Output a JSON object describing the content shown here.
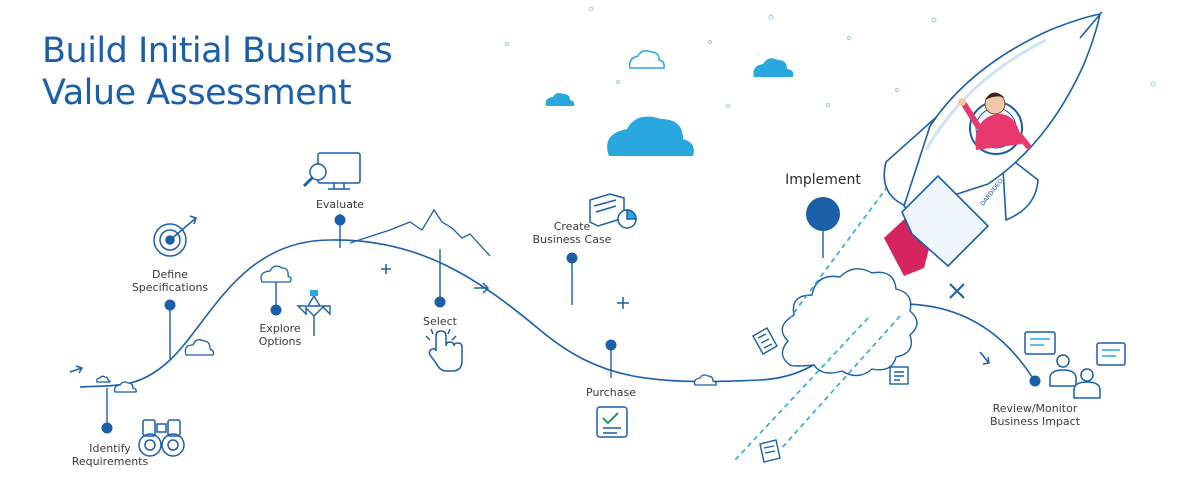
{
  "title": {
    "line1": "Build Initial Business",
    "line2": "Value Assessment"
  },
  "steps": [
    {
      "id": "identify",
      "lines": [
        "Identify",
        "Requirements"
      ],
      "icon": "binoculars-icon"
    },
    {
      "id": "define",
      "lines": [
        "Define",
        "Specifications"
      ],
      "icon": "target-icon"
    },
    {
      "id": "explore",
      "lines": [
        "Explore",
        "Options"
      ],
      "icon": "direction-arrows-icon"
    },
    {
      "id": "evaluate",
      "lines": [
        "Evaluate"
      ],
      "icon": "monitor-magnifier-icon"
    },
    {
      "id": "select",
      "lines": [
        "Select"
      ],
      "icon": "pointing-hand-icon"
    },
    {
      "id": "business-case",
      "lines": [
        "Create",
        "Business Case"
      ],
      "icon": "folder-chart-icon"
    },
    {
      "id": "purchase",
      "lines": [
        "Purchase"
      ],
      "icon": "checklist-icon"
    },
    {
      "id": "implement",
      "lines": [
        "Implement"
      ],
      "icon": "rocket-icon"
    },
    {
      "id": "review",
      "lines": [
        "Review/Monitor",
        "Business Impact"
      ],
      "icon": "chat-people-icon"
    }
  ],
  "rocket_text": "DARDIDEO",
  "colors": {
    "primary_blue": "#1a5fa8",
    "light_blue": "#29a8e0",
    "node_blue": "#1a5fa8",
    "rocket_flame": "#d6245f",
    "person_shirt": "#e8386d"
  }
}
